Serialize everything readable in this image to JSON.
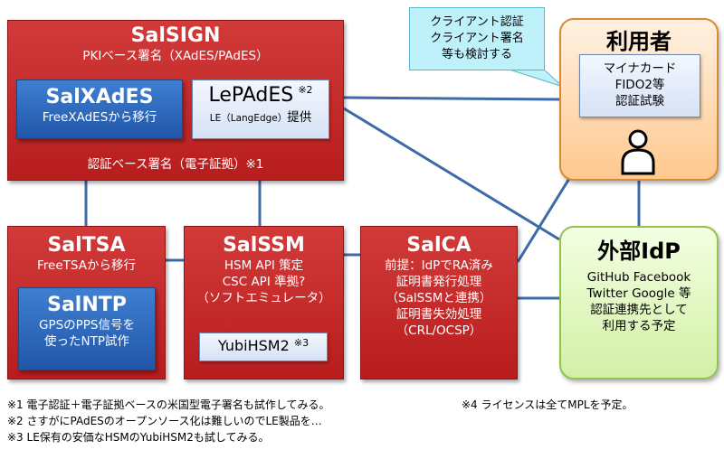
{
  "salsign": {
    "title": "SalSIGN",
    "subtitle": "PKIベース署名（XAdES/PAdES）",
    "footer": "認証ベース署名（電子証拠）※1",
    "xades": {
      "title": "SalXAdES",
      "desc": "FreeXAdESから移行"
    },
    "lepades": {
      "title": "LePAdES",
      "mark": "※2",
      "desc_small": "LE（LangEdge）",
      "desc": "提供"
    }
  },
  "saltsa": {
    "title": "SalTSA",
    "subtitle": "FreeTSAから移行",
    "ntp": {
      "title": "SalNTP",
      "line1": "GPSのPPS信号を",
      "line2": "使ったNTP試作"
    }
  },
  "salssm": {
    "title": "SalSSM",
    "lines": [
      "HSM API 策定",
      "CSC API 準拠?",
      "（ソフトエミュレータ）"
    ],
    "yubi": {
      "title": "YubiHSM2",
      "mark": "※3"
    }
  },
  "salca": {
    "title": "SalCA",
    "lines": [
      "前提：IdPでRA済み",
      "証明書発行処理",
      "（SalSSMと連携）",
      "証明書失効処理",
      "（CRL/OCSP）"
    ]
  },
  "user": {
    "title": "利用者",
    "box_lines": [
      "マイナカード",
      "FIDO2等",
      "認証試験"
    ]
  },
  "callout": {
    "lines": [
      "クライアント認証",
      "クライアント署名",
      "等も検討する"
    ]
  },
  "idp": {
    "title": "外部IdP",
    "lines": [
      "GitHub Facebook",
      "Twitter Google 等",
      "認証連携先として",
      "利用する予定"
    ]
  },
  "notes": {
    "n1": "※1 電子認証＋電子証拠ベースの米国型電子署名も試作してみる。",
    "n2": "※2 さすがにPAdESのオープンソース化は難しいのでLE製品を…",
    "n3": "※3 LE保有の安価なHSMのYubiHSM2も試してみる。",
    "n4": "※4 ライセンスは全てMPLを予定。"
  },
  "colors": {
    "red": "#c62828",
    "blue": "#2e6bc0",
    "connector": "#3d6aa8",
    "user": "#ffc88e",
    "idp": "#d2f0a6",
    "callout": "#bff1fb"
  }
}
